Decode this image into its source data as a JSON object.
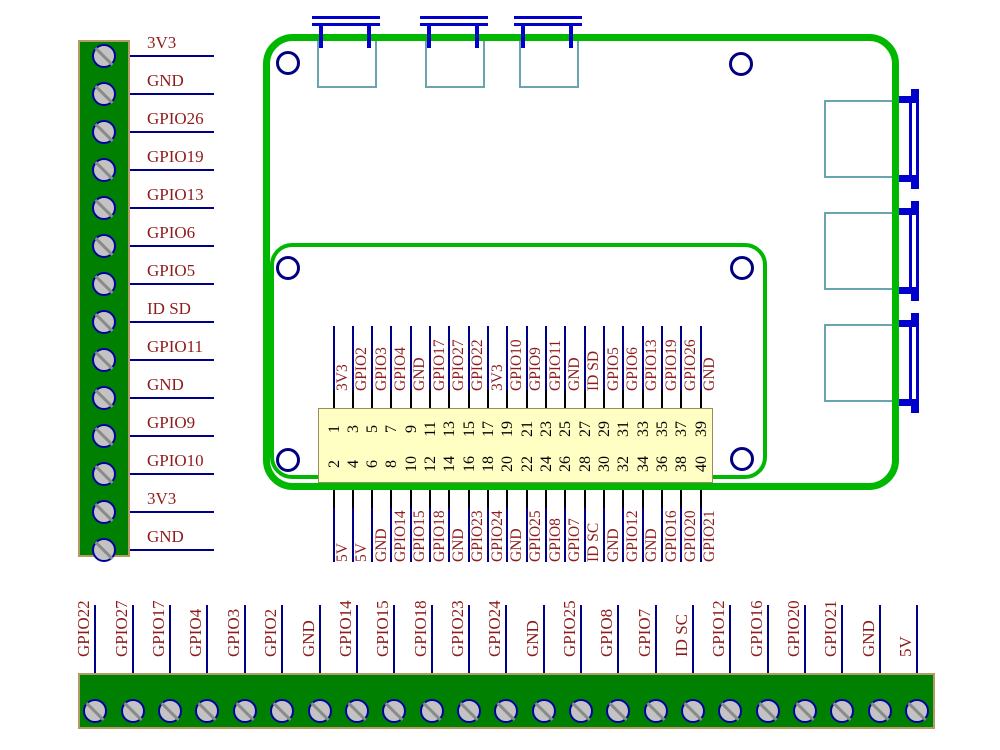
{
  "colors": {
    "board_outline_green": "#00b800",
    "terminal_block_green": "#008000",
    "terminal_block_border_tan": "#b49a64",
    "label_dark_red": "#8e1b1b",
    "wire_navy": "#00008b",
    "connector_blue": "#0000cd",
    "connector_teal": "#69a5ac",
    "header_yellow": "#ffffc4",
    "screw_gray": "#c3c3c3"
  },
  "left_terminal": {
    "labels": [
      "3V3",
      "GND",
      "GPIO26",
      "GPIO19",
      "GPIO13",
      "GPIO6",
      "GPIO5",
      "ID SD",
      "GPIO11",
      "GND",
      "GPIO9",
      "GPIO10",
      "3V3",
      "GND"
    ]
  },
  "bottom_terminal": {
    "labels": [
      "GPIO22",
      "GPIO27",
      "GPIO17",
      "GPIO4",
      "GPIO3",
      "GPIO2",
      "GND",
      "GPIO14",
      "GPIO15",
      "GPIO18",
      "GPIO23",
      "GPIO24",
      "GND",
      "GPIO25",
      "GPIO8",
      "GPIO7",
      "ID SC",
      "GPIO12",
      "GPIO16",
      "GPIO20",
      "GPIO21",
      "GND",
      "5V"
    ]
  },
  "gpio_header": {
    "top_labels": [
      "3V3",
      "GPIO2",
      "GPIO3",
      "GPIO4",
      "GND",
      "GPIO17",
      "GPIO27",
      "GPIO22",
      "3V3",
      "GPIO10",
      "GPIO9",
      "GPIO11",
      "GND",
      "ID SD",
      "GPIO5",
      "GPIO6",
      "GPIO13",
      "GPIO19",
      "GPIO26",
      "GND"
    ],
    "top_pin_numbers": [
      "1",
      "3",
      "5",
      "7",
      "9",
      "11",
      "13",
      "15",
      "17",
      "19",
      "21",
      "23",
      "25",
      "27",
      "29",
      "31",
      "33",
      "35",
      "37",
      "39"
    ],
    "bottom_pin_numbers": [
      "2",
      "4",
      "6",
      "8",
      "10",
      "12",
      "14",
      "16",
      "18",
      "20",
      "22",
      "24",
      "26",
      "28",
      "30",
      "32",
      "34",
      "36",
      "38",
      "40"
    ],
    "bottom_labels": [
      "5V",
      "5V",
      "GND",
      "GPIO14",
      "GPIO15",
      "GPIO18",
      "GND",
      "GPIO23",
      "GPIO24",
      "GND",
      "GPIO25",
      "GPIO8",
      "GPIO7",
      "ID SC",
      "GND",
      "GPIO12",
      "GND",
      "GPIO16",
      "GPIO20",
      "GPIO21"
    ]
  }
}
